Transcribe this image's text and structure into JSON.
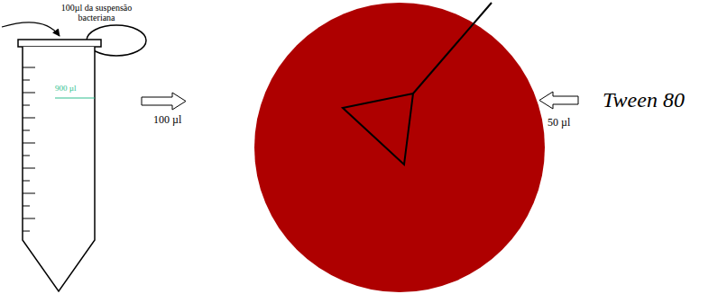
{
  "diagram": {
    "nodes": [
      {
        "text": [
          "900 µl"
        ]
      }
    ],
    "labels": [
      "100µl da suspensão bacteriana",
      "100 µl",
      "50 µl",
      "Tween 80"
    ]
  }
}
